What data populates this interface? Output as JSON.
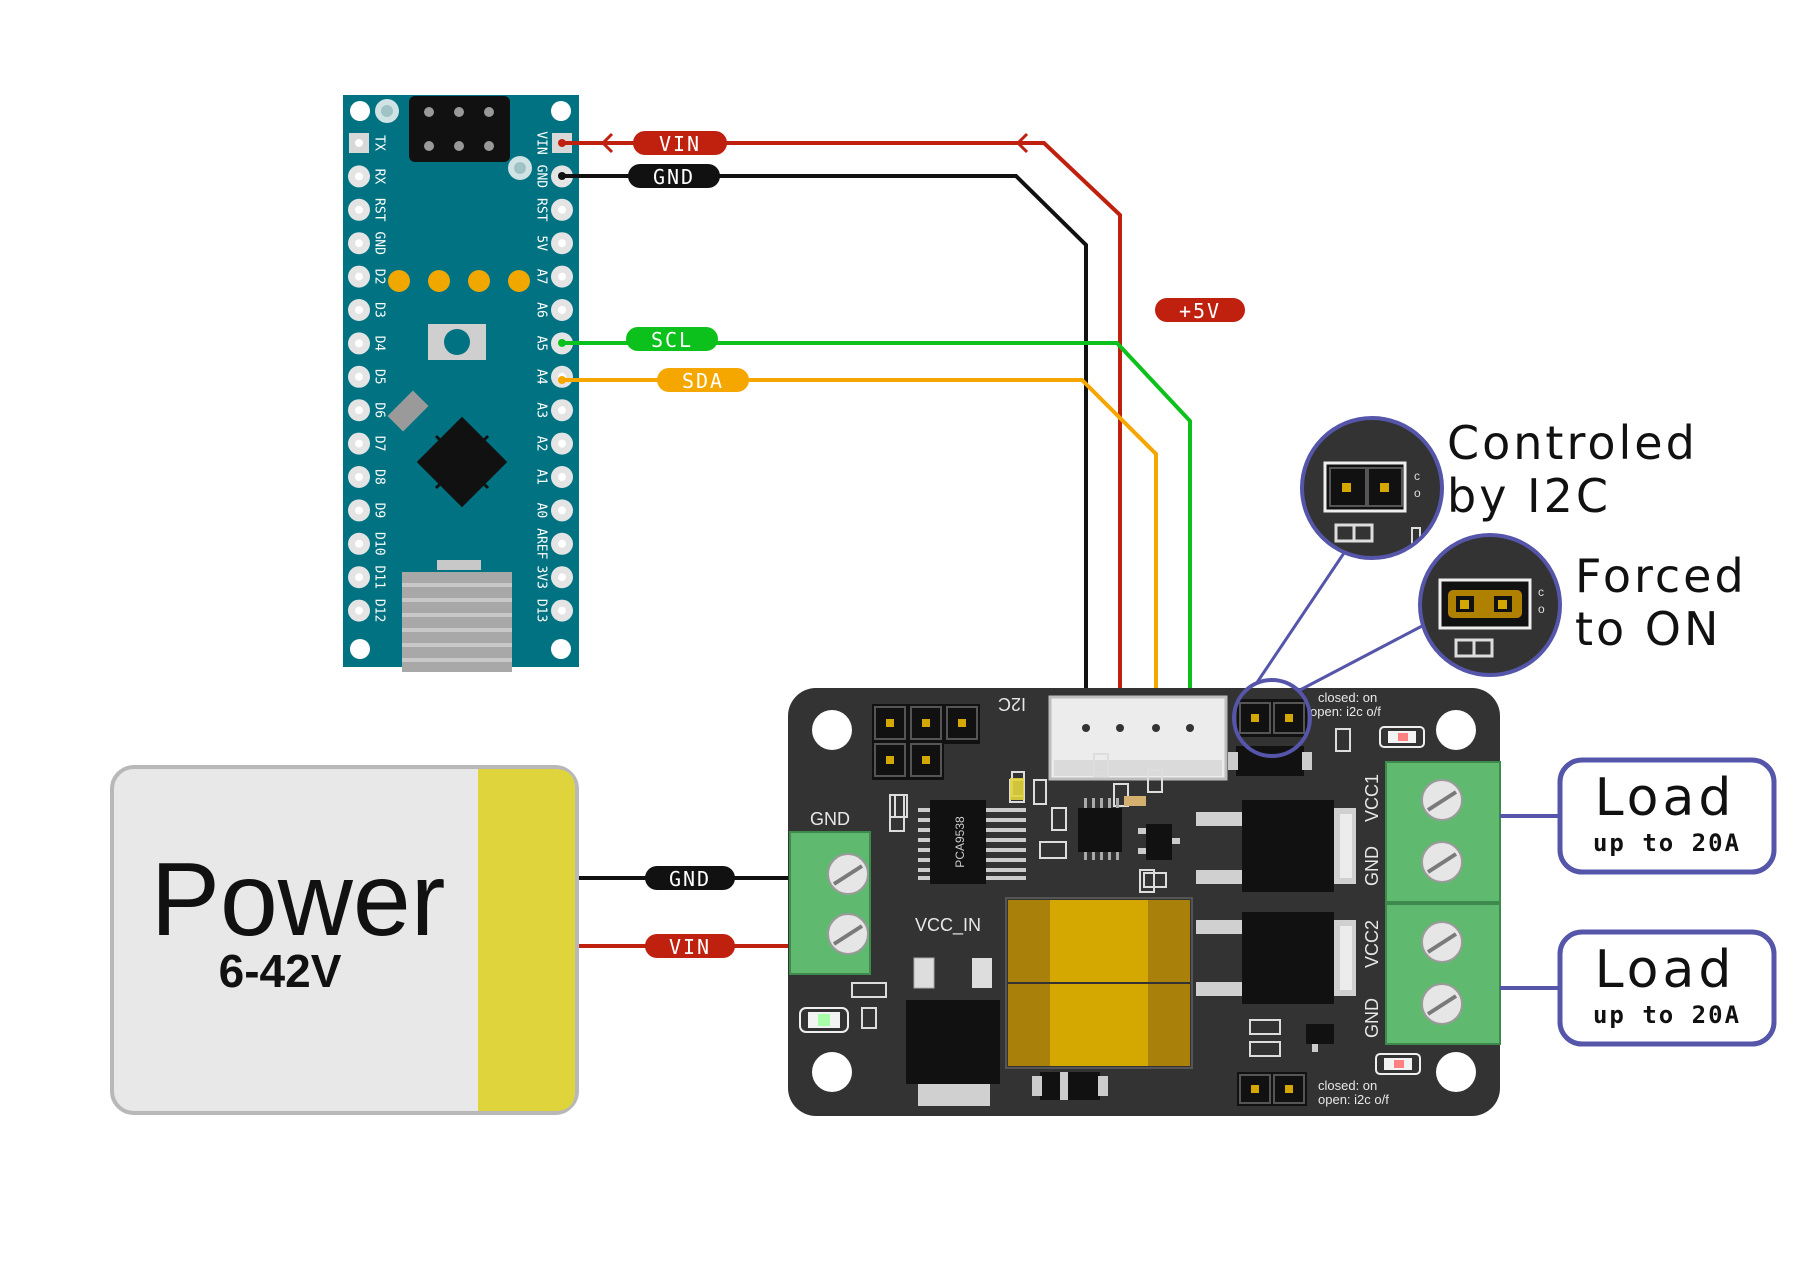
{
  "arduino": {
    "right_pins": [
      "VIN",
      "GND",
      "RST",
      "5V",
      "A7",
      "A6",
      "A5",
      "A4",
      "A3",
      "A2",
      "A1",
      "A0",
      "AREF",
      "3V3",
      "D13"
    ],
    "left_pins": [
      "TX",
      "RX",
      "RST",
      "GND",
      "D2",
      "D3",
      "D4",
      "D5",
      "D6",
      "D7",
      "D8",
      "D9",
      "D10",
      "D11",
      "D12"
    ]
  },
  "wire_tags": {
    "vin_top": "VIN",
    "gnd_top": "GND",
    "scl": "SCL",
    "sda": "SDA",
    "plus5v": "+5V",
    "gnd_power": "GND",
    "vin_power": "VIN"
  },
  "power": {
    "title": "Power",
    "voltage": "6-42V"
  },
  "board": {
    "i2c_label": "I2C",
    "gnd_label": "GND",
    "vcc_in_label": "VCC_IN",
    "chip_label": "PCA9538",
    "vcc1_label": "VCC1",
    "vcc2_label": "VCC2",
    "gnd1_label": "GND",
    "gnd2_label": "GND",
    "jumper_top_line1": "closed: on",
    "jumper_top_line2": "open: i2c o/f",
    "jumper_bottom_line1": "closed: on",
    "jumper_bottom_line2": "open: i2c o/f"
  },
  "callouts": {
    "controled_line1": "Controled",
    "controled_line2": "by I2C",
    "forced_line1": "Forced",
    "forced_line2": "to ON"
  },
  "loads": [
    {
      "title": "Load",
      "rating": "up to 20A"
    },
    {
      "title": "Load",
      "rating": "up to 20A"
    }
  ],
  "colors": {
    "arduino_teal": "#007281",
    "board_black": "#333333",
    "wire_red": "#c0200e",
    "wire_green": "#0cc11b",
    "wire_orange": "#f5a700",
    "terminal_green": "#5fb96e",
    "capacitor_yellow": "#d4a800",
    "callout_blue": "#5555aa",
    "power_yellow": "#e0d43c"
  }
}
